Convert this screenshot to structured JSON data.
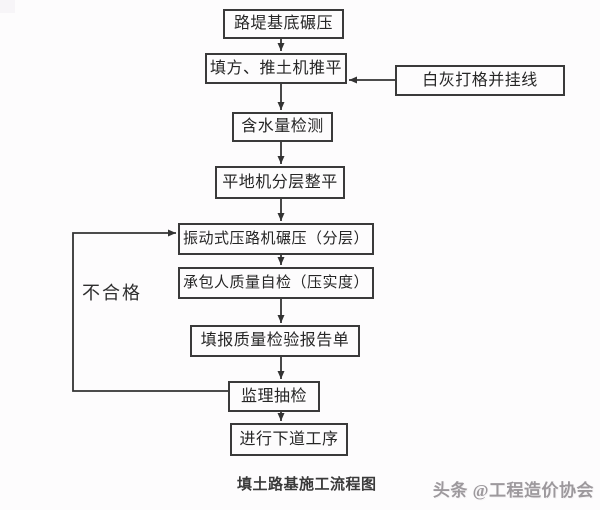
{
  "flowchart": {
    "caption": "填土路基施工流程图",
    "nodes": {
      "n1": {
        "label": "路堤基底碾压"
      },
      "n2": {
        "label": "填方、推土机推平"
      },
      "side": {
        "label": "白灰打格并挂线"
      },
      "n3": {
        "label": "含水量检测"
      },
      "n4": {
        "label": "平地机分层整平"
      },
      "n5": {
        "label": "振动式压路机碾压（分层）"
      },
      "n6": {
        "label": "承包人质量自检（压实度）"
      },
      "n7": {
        "label": "填报质量检验报告单"
      },
      "n8": {
        "label": "监理抽检"
      },
      "n9": {
        "label": "进行下道工序"
      }
    },
    "edges": [
      {
        "from": "n1",
        "to": "n2"
      },
      {
        "from": "side",
        "to": "n2"
      },
      {
        "from": "n2",
        "to": "n3"
      },
      {
        "from": "n3",
        "to": "n4"
      },
      {
        "from": "n4",
        "to": "n5"
      },
      {
        "from": "n5",
        "to": "n6"
      },
      {
        "from": "n6",
        "to": "n7"
      },
      {
        "from": "n7",
        "to": "n8"
      },
      {
        "from": "n8",
        "to": "n9"
      },
      {
        "from": "n8",
        "to": "n5",
        "label": "不合格"
      }
    ],
    "feedback_label": "不合格"
  },
  "watermark": {
    "text": "头条 @工程造价协会"
  },
  "colors": {
    "background": "#fdfcfd",
    "box_border": "#3a3a3a",
    "line": "#333333",
    "text": "#262626",
    "watermark": "#9d999d"
  }
}
